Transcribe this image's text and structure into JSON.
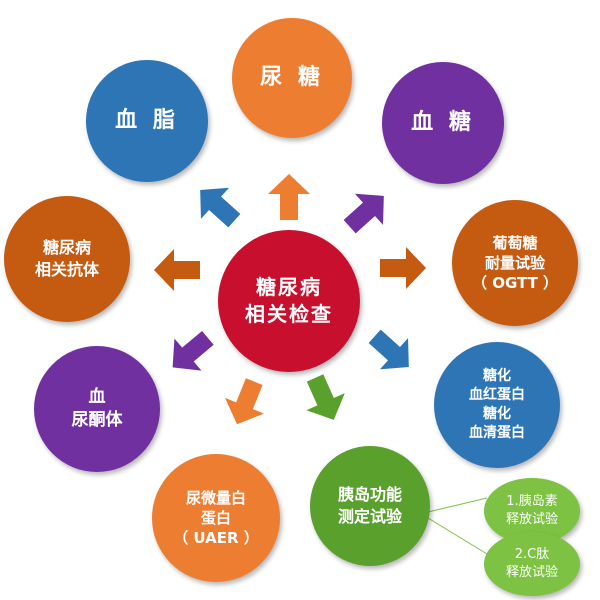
{
  "center": {
    "lines": [
      "糖尿病",
      "相关检查"
    ],
    "color": "#c8102e"
  },
  "nodes": [
    {
      "id": "urine-sugar",
      "lines": [
        "尿 糖"
      ],
      "color": "#ed7d31"
    },
    {
      "id": "blood-sugar",
      "lines": [
        "血 糖"
      ],
      "color": "#7030a0"
    },
    {
      "id": "ogtt",
      "lines": [
        "葡萄糖",
        "耐量试验",
        "（ OGTT ）"
      ],
      "color": "#c55a11"
    },
    {
      "id": "hba",
      "lines": [
        "糖化",
        "血红蛋白",
        "糖化",
        "血清蛋白"
      ],
      "color": "#2e75b6"
    },
    {
      "id": "islet",
      "lines": [
        "胰岛功能",
        "测定试验"
      ],
      "color": "#5aa02c"
    },
    {
      "id": "uaer",
      "lines": [
        "尿微量白",
        "蛋白",
        "（ UAER ）"
      ],
      "color": "#ed7d31"
    },
    {
      "id": "ketone",
      "lines": [
        "血",
        "尿酮体"
      ],
      "color": "#7030a0"
    },
    {
      "id": "antibody",
      "lines": [
        "糖尿病",
        "相关抗体"
      ],
      "color": "#c55a11"
    },
    {
      "id": "lipid",
      "lines": [
        "血 脂"
      ],
      "color": "#2e75b6"
    }
  ],
  "sub_nodes": [
    {
      "id": "insulin-release",
      "lines": [
        "1.胰岛素",
        "释放试验"
      ],
      "color": "#7dc242"
    },
    {
      "id": "c-peptide",
      "lines": [
        "2.C肽",
        "释放试验"
      ],
      "color": "#7dc242"
    }
  ],
  "arrow_colors": [
    "#ed7d31",
    "#7030a0",
    "#c55a11",
    "#2e75b6",
    "#5aa02c",
    "#ed7d31",
    "#7030a0",
    "#c55a11",
    "#2e75b6"
  ]
}
